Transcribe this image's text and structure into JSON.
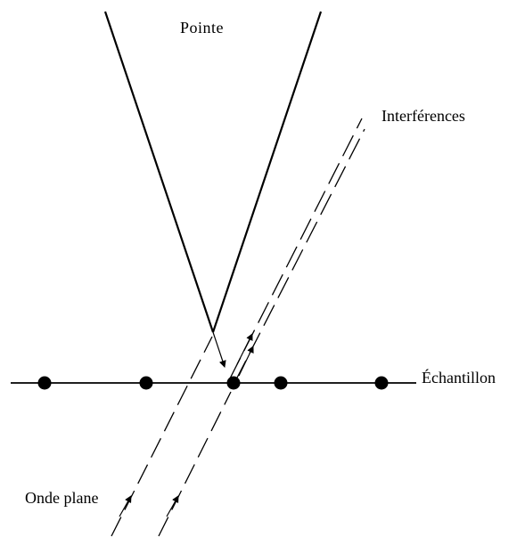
{
  "labels": {
    "tip": "Pointe",
    "interferences": "Interférences",
    "sample": "Échantillon",
    "plane_wave": "Onde plane"
  },
  "colors": {
    "ink": "#000000",
    "background": "#ffffff"
  }
}
